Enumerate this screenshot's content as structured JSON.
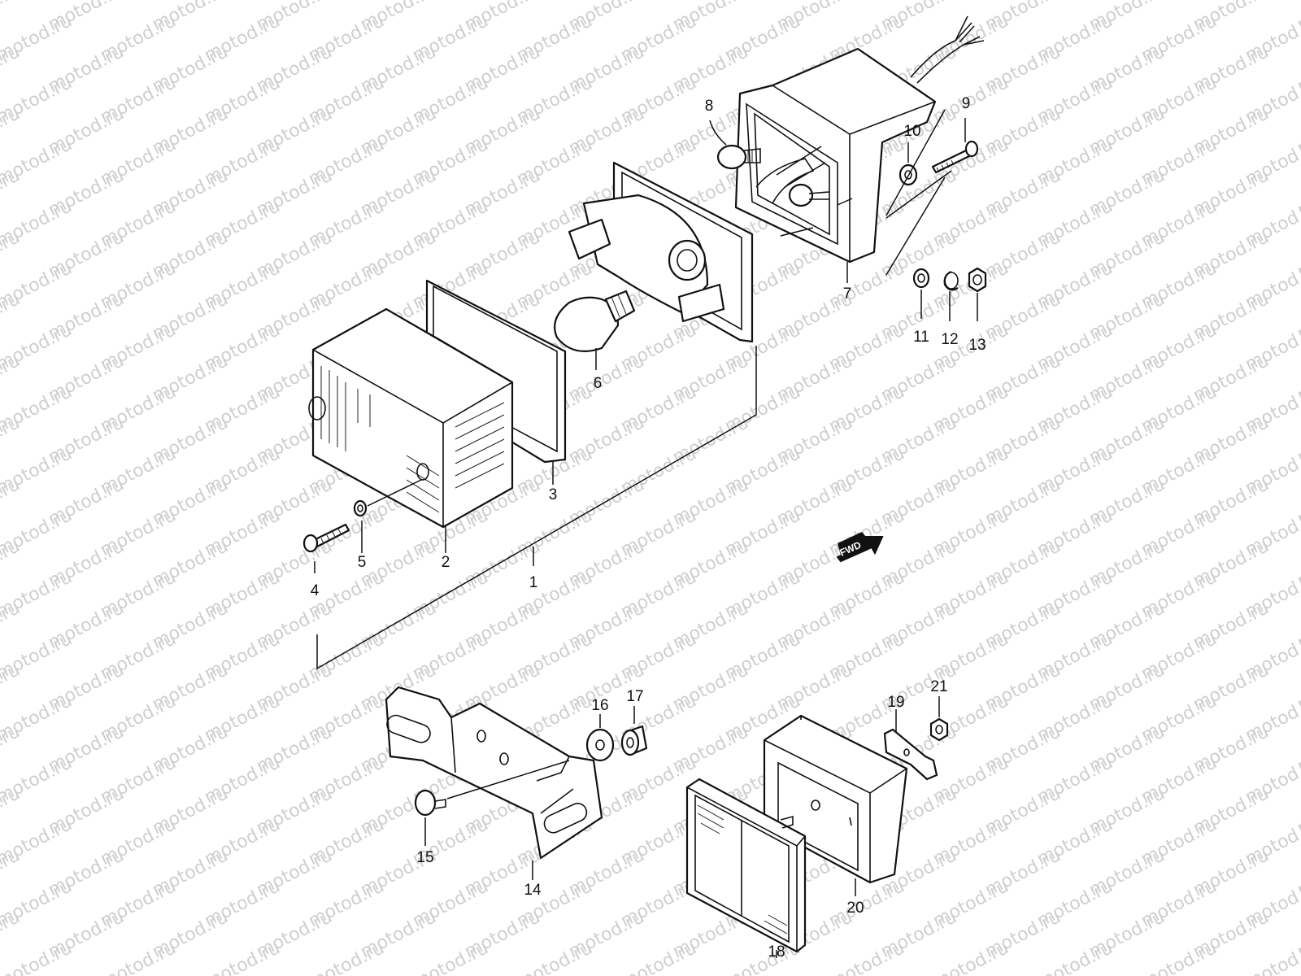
{
  "watermark": {
    "text": "motod.ru",
    "color": "#cfcfcf"
  },
  "fwd_marker": {
    "label": "FWD"
  },
  "callouts": {
    "c1": "1",
    "c2": "2",
    "c3": "3",
    "c4": "4",
    "c5": "5",
    "c6": "6",
    "c7": "7",
    "c8": "8",
    "c9": "9",
    "c10": "10",
    "c11": "11",
    "c12": "12",
    "c13": "13",
    "c14": "14",
    "c15": "15",
    "c16": "16",
    "c17": "17",
    "c18": "18",
    "c19": "19",
    "c20": "20",
    "c21": "21"
  },
  "colors": {
    "line": "#111111",
    "background": "#ffffff"
  }
}
